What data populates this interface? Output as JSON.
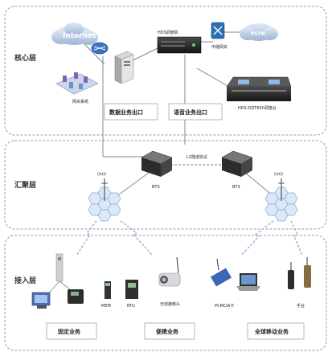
{
  "layers": {
    "core": "核心层",
    "aggregation": "汇聚层",
    "access": "接入层"
  },
  "core": {
    "internet": "Internet",
    "network_system": "网关系统",
    "hds_machine": "HDS调度机",
    "relay_gateway": "中继网关",
    "pstn": "PSTN",
    "console": "HDS-DDT600调度台",
    "data_exit": "数据业务出口",
    "voice_exit": "语音业务出口"
  },
  "aggregation": {
    "bts_left": "BTS",
    "bts_right": "BTS",
    "l2_tunnel": "L2隧道协议",
    "wave_left": "((ɑ))",
    "wave_right": "((ɑ))"
  },
  "access": {
    "mem": "MEM",
    "rtu": "RTU",
    "wireless_camera": "无线摄像头",
    "pcmcia": "PCMCIA卡",
    "handheld": "手台",
    "fixed_service": "固定业务",
    "portable_service": "便携业务",
    "global_mobile_service": "全球移动业务"
  },
  "colors": {
    "dashed_border": "#9a9a9a",
    "line": "#7a8aa0",
    "hex_blue": "#dbe8f7",
    "hex_stroke": "#8aa6cc",
    "device_dark": "#2b2b2b"
  }
}
